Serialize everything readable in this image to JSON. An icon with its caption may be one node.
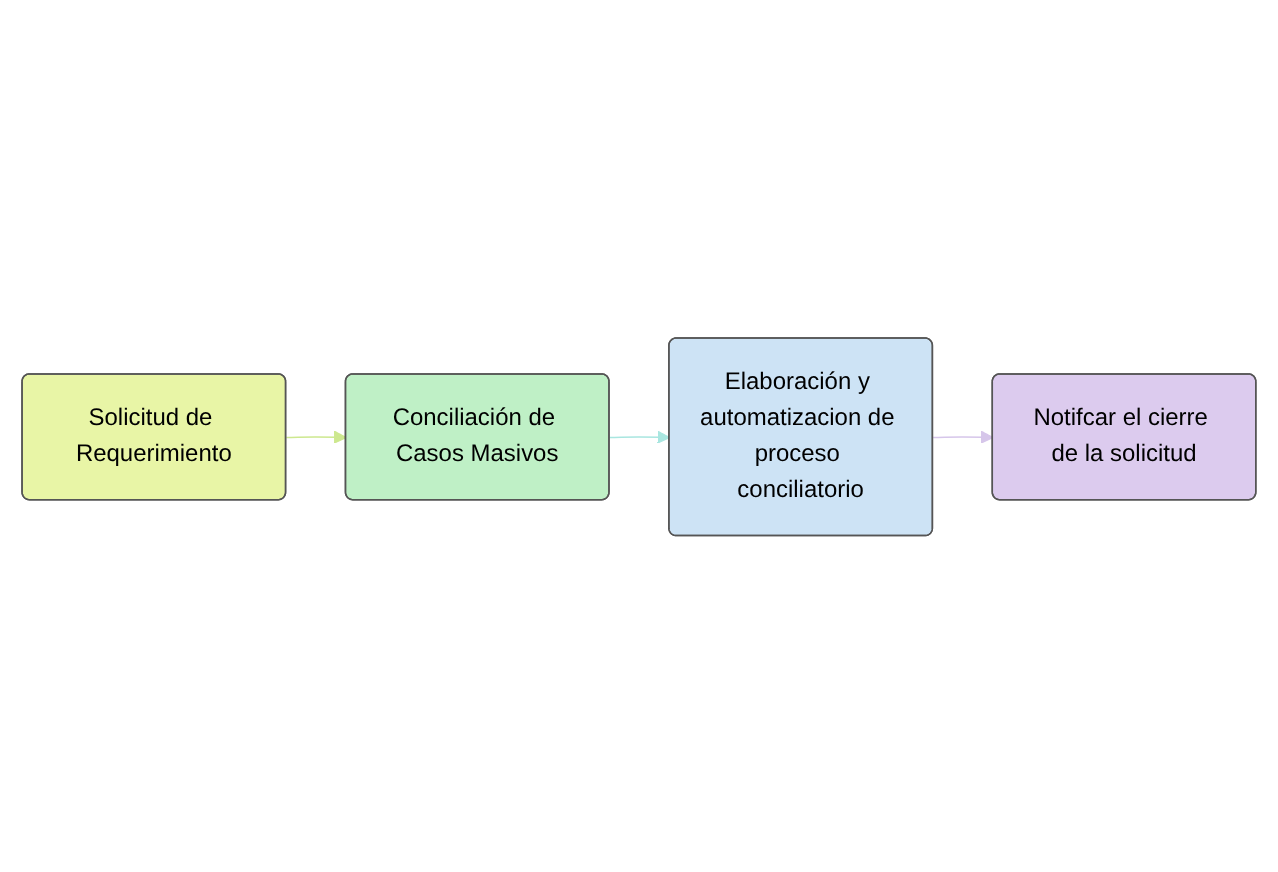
{
  "diagram": {
    "nodes": [
      {
        "text": [
          "Solicitud de Requerimiento"
        ]
      },
      {
        "text": [
          "Conciliación de Casos Masivos"
        ]
      },
      {
        "text": [
          "Elaboración y automatizacion de proceso conciliatorio"
        ]
      },
      {
        "text": [
          "Notifcar el cierre de la solicitud"
        ]
      }
    ],
    "edges": [
      {
        "from": 0,
        "to": 1,
        "arrow": "to",
        "color": "#cde88f"
      },
      {
        "from": 1,
        "to": 2,
        "arrow": "to",
        "color": "#a9e6e0"
      },
      {
        "from": 2,
        "to": 3,
        "arrow": "to",
        "color": "#d6c6ea"
      }
    ]
  }
}
